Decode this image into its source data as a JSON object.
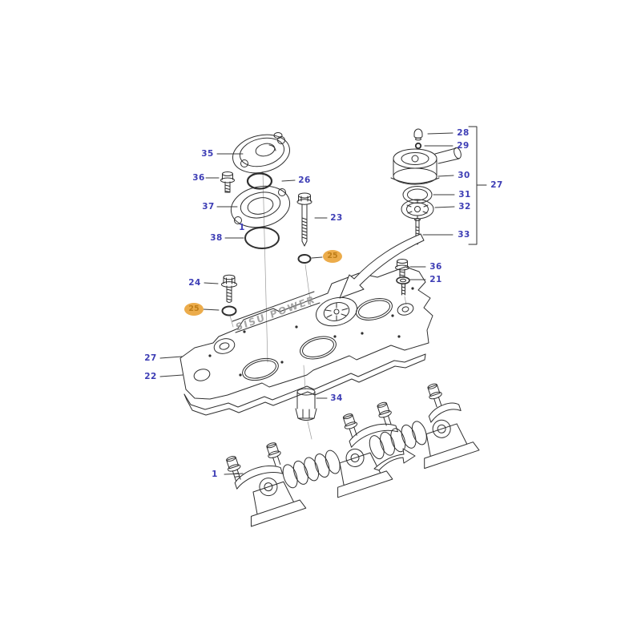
{
  "diagram": {
    "kind": "exploded-parts-diagram",
    "emboss_text": "SISU POWER",
    "colors": {
      "label_text": "#3d3db5",
      "highlight_badge_bg": "#ecac4b",
      "highlight_badge_text": "#bf7e19",
      "line_art": "#2f2f2f",
      "background": "#ffffff"
    },
    "labels": [
      {
        "text": "35",
        "highlighted": false
      },
      {
        "text": "36",
        "highlighted": false
      },
      {
        "text": "26",
        "highlighted": false
      },
      {
        "text": "37",
        "highlighted": false
      },
      {
        "text": "1",
        "highlighted": false
      },
      {
        "text": "38",
        "highlighted": false
      },
      {
        "text": "23",
        "highlighted": false
      },
      {
        "text": "25",
        "highlighted": true
      },
      {
        "text": "28",
        "highlighted": false
      },
      {
        "text": "29",
        "highlighted": false
      },
      {
        "text": "30",
        "highlighted": false
      },
      {
        "text": "31",
        "highlighted": false
      },
      {
        "text": "32",
        "highlighted": false
      },
      {
        "text": "33",
        "highlighted": false
      },
      {
        "text": "27",
        "highlighted": false
      },
      {
        "text": "36",
        "highlighted": false
      },
      {
        "text": "21",
        "highlighted": false
      },
      {
        "text": "24",
        "highlighted": false
      },
      {
        "text": "25",
        "highlighted": true
      },
      {
        "text": "27",
        "highlighted": false
      },
      {
        "text": "22",
        "highlighted": false
      },
      {
        "text": "34",
        "highlighted": false
      },
      {
        "text": "1",
        "highlighted": false
      }
    ]
  }
}
